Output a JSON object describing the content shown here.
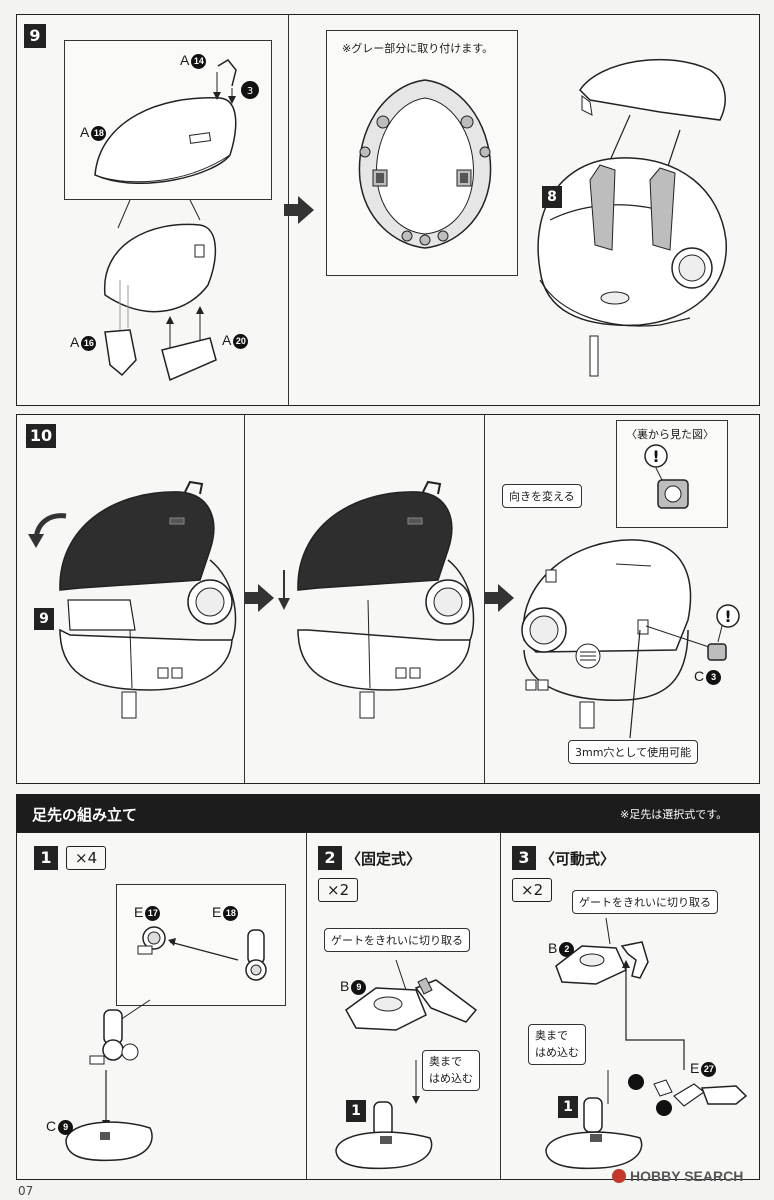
{
  "step9": {
    "number": "9",
    "parts": {
      "a14": {
        "prefix": "A",
        "num": "14"
      },
      "a18": {
        "prefix": "A",
        "num": "18"
      },
      "a16": {
        "prefix": "A",
        "num": "16"
      },
      "a20": {
        "prefix": "A",
        "num": "20"
      }
    },
    "grey_note": "※グレー部分に取り付けます。",
    "ref_step": "8"
  },
  "step10": {
    "number": "10",
    "ref_step": "9",
    "back_view_label": "〈裏から見た図〉",
    "rotate_label": "向きを変える",
    "part_c3": {
      "prefix": "C",
      "num": "3"
    },
    "hole_note": "3mm穴として使用可能"
  },
  "section_toe": {
    "title": "足先の組み立て",
    "note": "※足先は選択式です。",
    "step1": {
      "number": "1",
      "count": "×4",
      "e17": {
        "prefix": "E",
        "num": "17"
      },
      "e18": {
        "prefix": "E",
        "num": "18"
      },
      "c9": {
        "prefix": "C",
        "num": "9"
      }
    },
    "step2": {
      "number": "2",
      "label": "〈固定式〉",
      "count": "×2",
      "gate_note": "ゲートをきれいに切り取る",
      "b9": {
        "prefix": "B",
        "num": "9"
      },
      "push_note_1": "奥まで",
      "push_note_2": "はめ込む",
      "ref_step": "1"
    },
    "step3": {
      "number": "3",
      "label": "〈可動式〉",
      "count": "×2",
      "gate_note": "ゲートをきれいに切り取る",
      "b2": {
        "prefix": "B",
        "num": "2"
      },
      "push_note_1": "奥まで",
      "push_note_2": "はめ込む",
      "e27": {
        "prefix": "E",
        "num": "27"
      },
      "ref_step": "1"
    }
  },
  "footer": {
    "page_number": "07",
    "watermark": "HOBBY SEARCH"
  },
  "colors": {
    "dark_fill": "#2e2e2e",
    "grey_fill": "#bdbdbd",
    "line": "#222222",
    "header_bg": "#1c1c1c"
  }
}
